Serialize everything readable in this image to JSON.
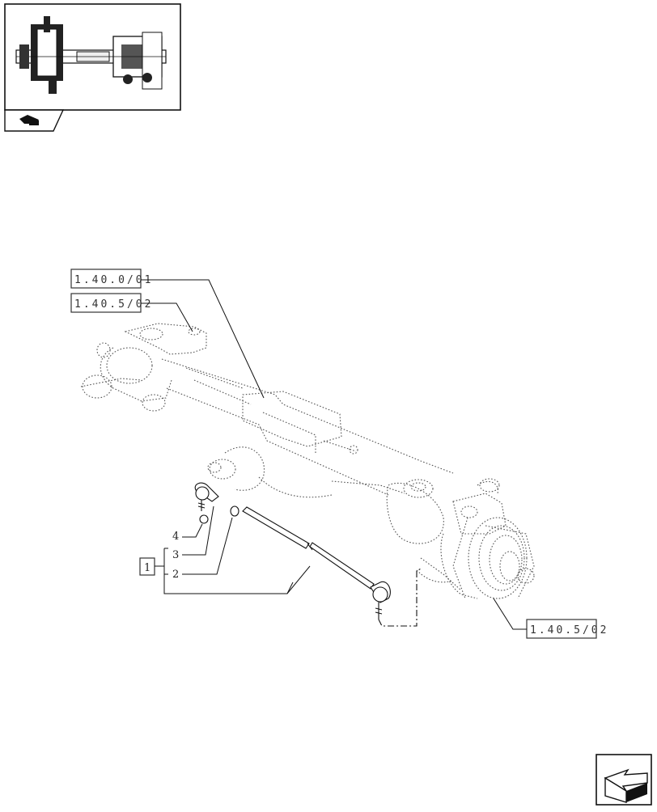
{
  "references": {
    "ref_top": "1.40.0/01",
    "ref_second": "1.40.5/02",
    "ref_bottom": "1.40.5/02"
  },
  "callouts": {
    "group": "1",
    "item_4": "4",
    "item_3": "3",
    "item_2": "2"
  },
  "icons": {
    "nav_prev": "arrow-back-icon",
    "nav_next": "arrow-next-icon"
  }
}
